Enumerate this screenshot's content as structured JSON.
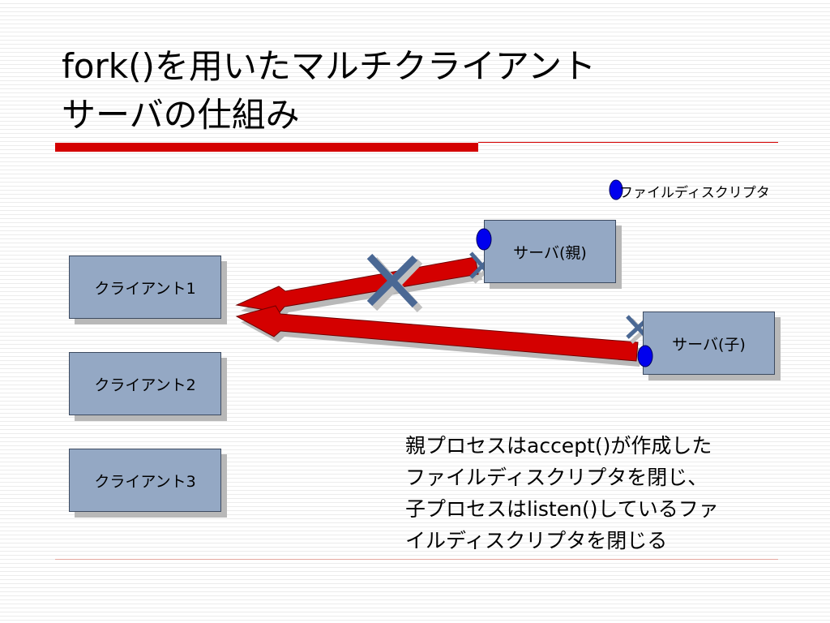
{
  "title": {
    "line1": "fork()を用いたマルチクライアント",
    "line2": "サーバの仕組み"
  },
  "legend": {
    "label": "ファイルディスクリプタ",
    "marker_color": "#0000ee"
  },
  "clients": [
    {
      "label": "クライアント1"
    },
    {
      "label": "クライアント2"
    },
    {
      "label": "クライアント3"
    }
  ],
  "servers": {
    "parent": {
      "label": "サーバ(親)"
    },
    "child": {
      "label": "サーバ(子)"
    }
  },
  "caption": {
    "lines": [
      "親プロセスはaccept()が作成した",
      "ファイルディスクリプタを閉じ、",
      "子プロセスはlisten()しているファ",
      "イルディスクリプタを閉じる"
    ]
  },
  "colors": {
    "accent_red": "#d40000",
    "box_fill": "#94a8c4",
    "cross_blue": "#4a6894"
  }
}
